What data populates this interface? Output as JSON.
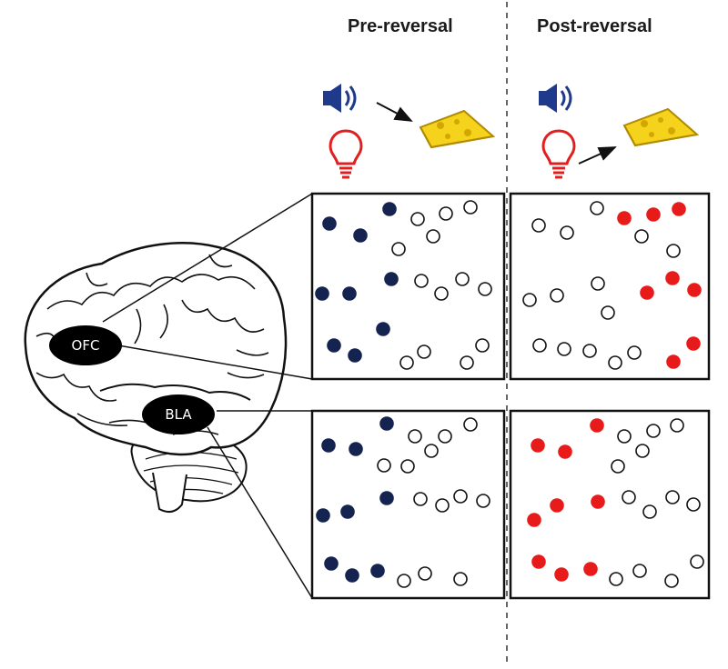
{
  "headings": {
    "pre": "Pre-reversal",
    "post": "Post-reversal"
  },
  "regions": {
    "ofc": "OFC",
    "bla": "BLA"
  },
  "colors": {
    "tone_neuron": "#14234f",
    "light_neuron": "#e81b1b",
    "inactive_neuron": "#ffffff",
    "speaker": "#1f3a8a",
    "bulb": "#e02020",
    "cheese": "#f5d21c"
  },
  "icons": {
    "cue_tone": "speaker-icon",
    "cue_light": "lightbulb-icon",
    "reward": "cheese-icon",
    "brain": "brain-icon"
  },
  "pairings": {
    "pre": "tone → reward",
    "post": "light → reward"
  }
}
